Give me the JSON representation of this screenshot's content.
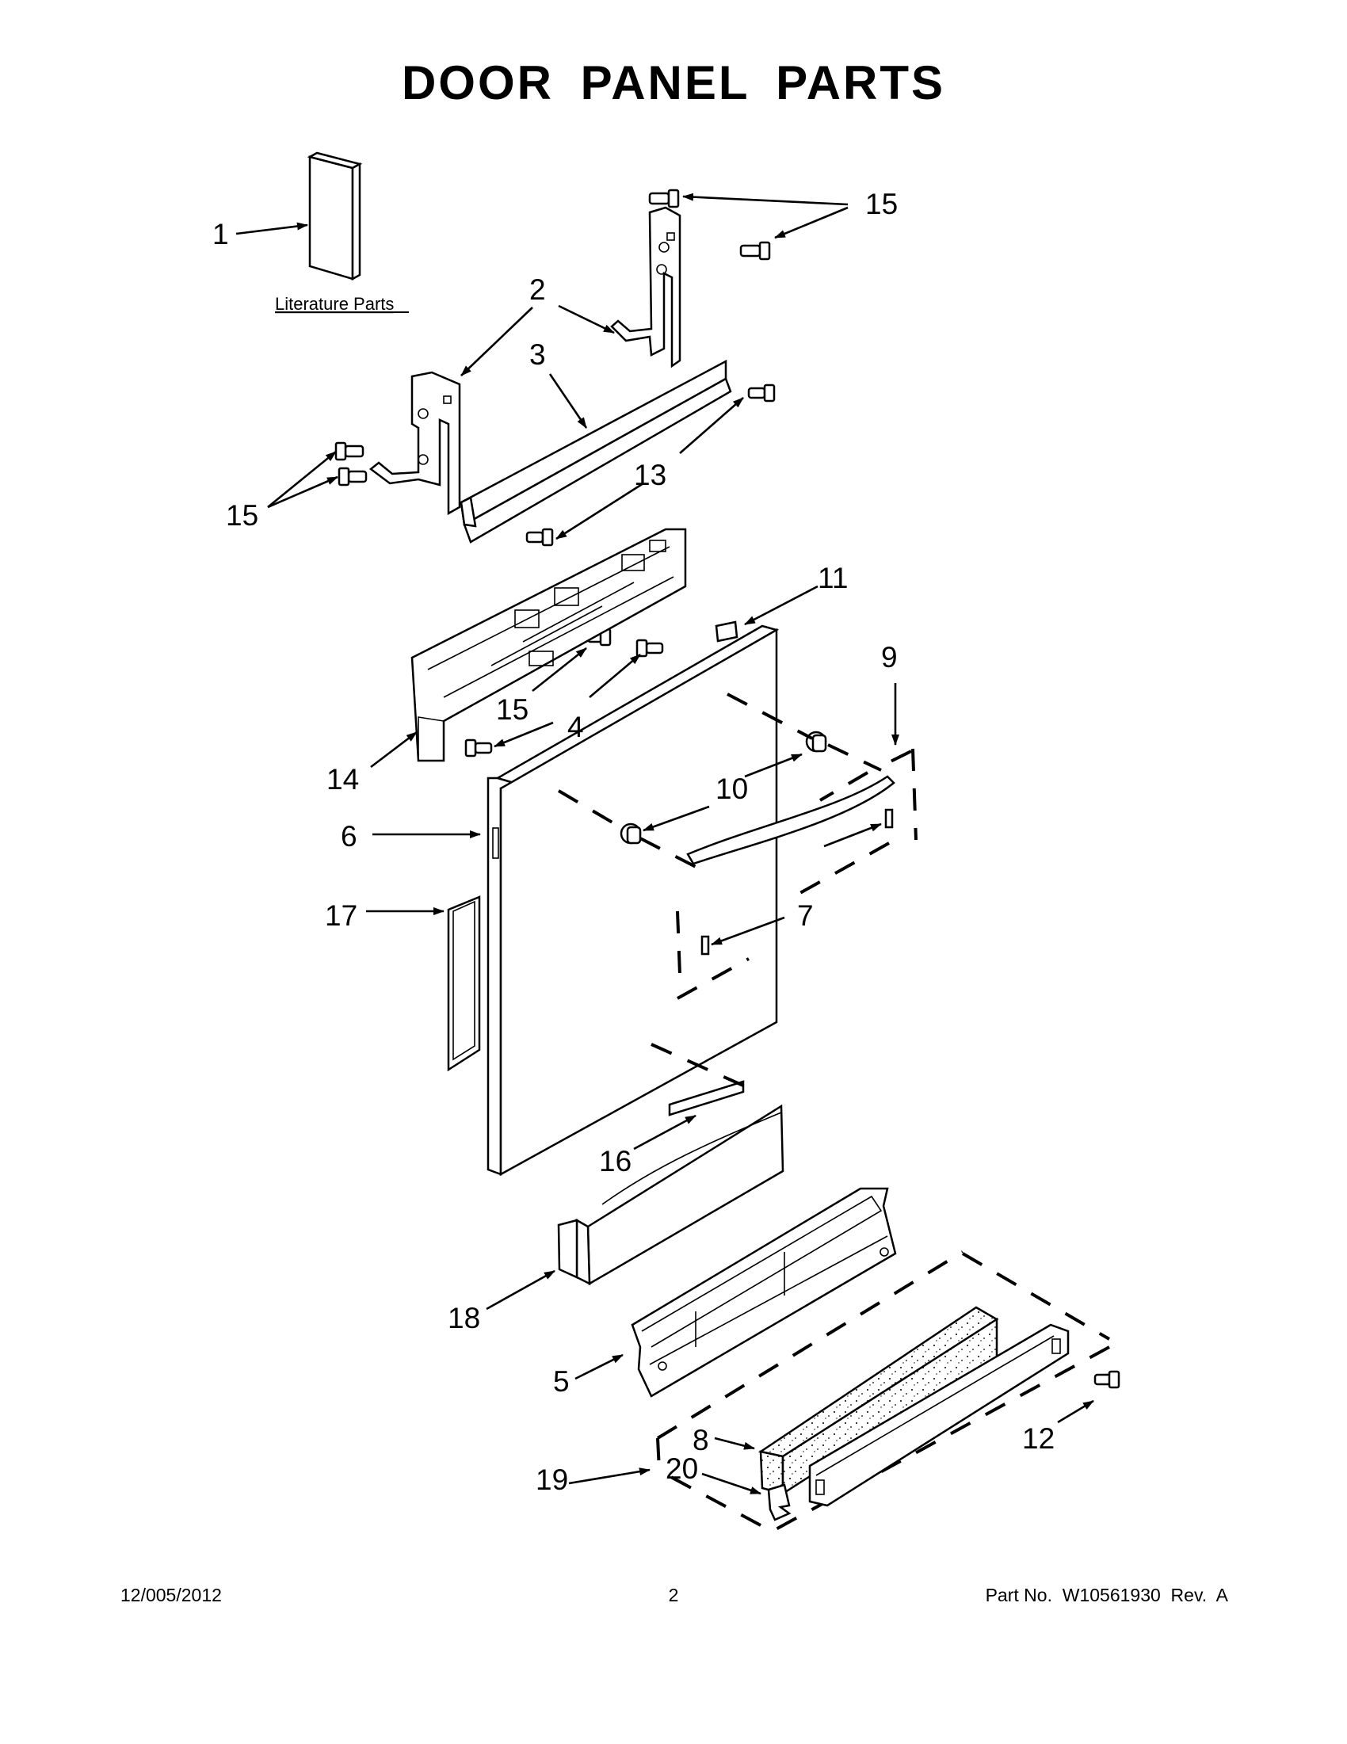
{
  "title": "DOOR PANEL PARTS",
  "literature_label": "Literature Parts",
  "callouts": {
    "c1": "1",
    "c2": "2",
    "c3": "3",
    "c4": "4",
    "c5": "5",
    "c6": "6",
    "c7": "7",
    "c8": "8",
    "c9": "9",
    "c10": "10",
    "c11": "11",
    "c12": "12",
    "c13": "13",
    "c14": "14",
    "c15a": "15",
    "c15b": "15",
    "c15c": "15",
    "c16": "16",
    "c17": "17",
    "c18": "18",
    "c19": "19",
    "c20": "20"
  },
  "footer": {
    "date": "12/005/2012",
    "page": "2",
    "part_no": "Part No.  W10561930  Rev.  A"
  }
}
